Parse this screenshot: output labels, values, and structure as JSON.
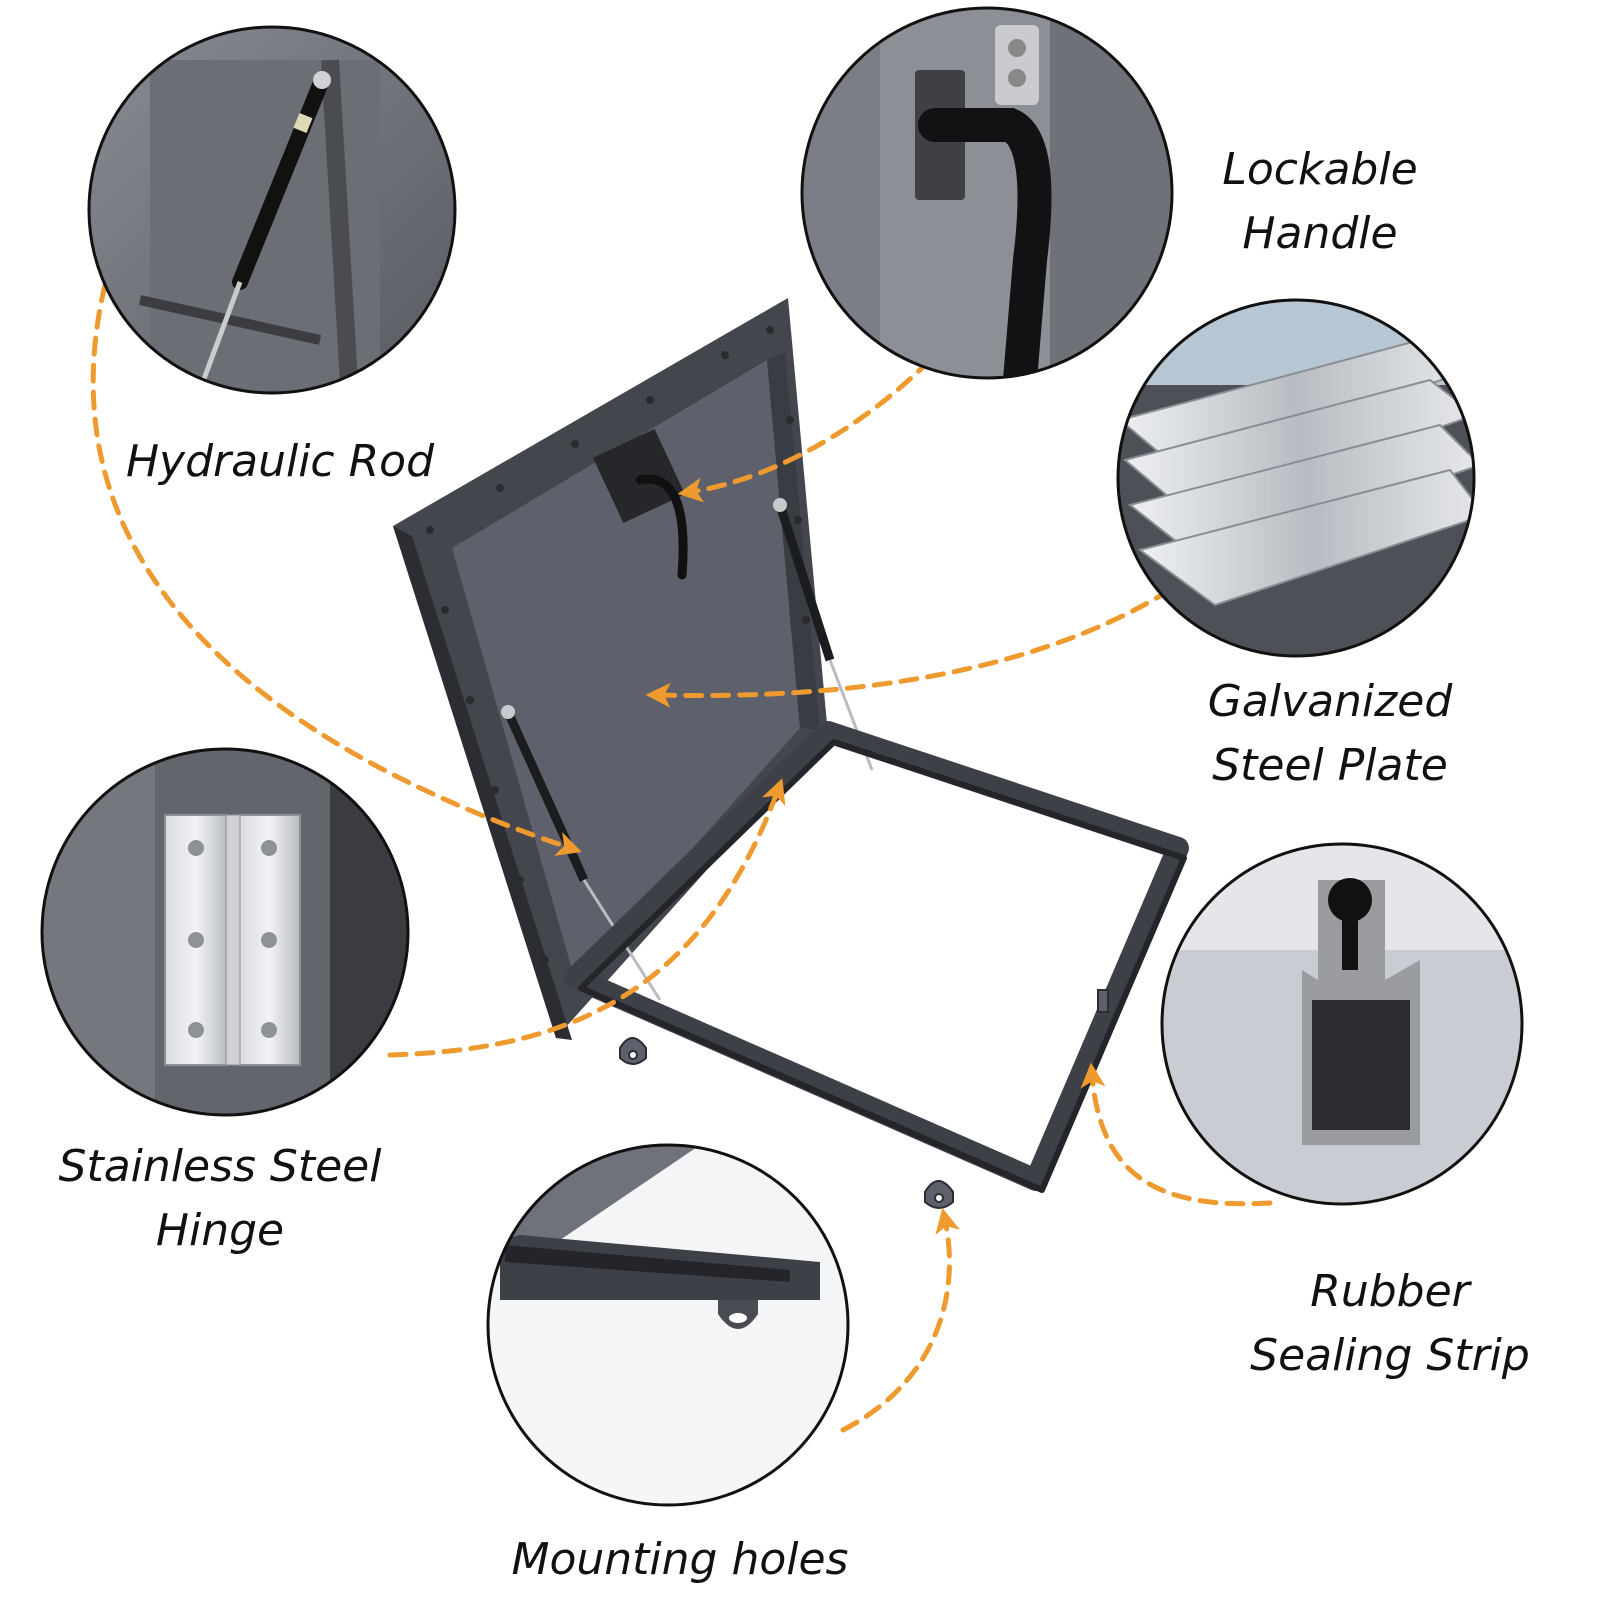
{
  "features": {
    "hydraulic_rod": "Hydraulic Rod",
    "lockable_handle": [
      "Lockable",
      "Handle"
    ],
    "galvanized_plate": [
      "Galvanized",
      "Steel Plate"
    ],
    "stainless_hinge": [
      "Stainless Steel",
      "Hinge"
    ],
    "rubber_strip": [
      "Rubber",
      "Sealing Strip"
    ],
    "mounting_holes": "Mounting holes"
  },
  "colors": {
    "arrow": "#EE9A2E",
    "door_panel": "#5E616B",
    "frame": "#3E4048",
    "callout_border": "#111111",
    "background": "#FFFFFF"
  },
  "icons": {
    "hydraulic_rod": "gas-strut-icon",
    "lockable_handle": "lever-handle-icon",
    "galvanized_plate": "stacked-steel-plates-icon",
    "stainless_hinge": "butt-hinge-icon",
    "rubber_strip": "rubber-seal-profile-icon",
    "mounting_holes": "mounting-tab-icon"
  }
}
